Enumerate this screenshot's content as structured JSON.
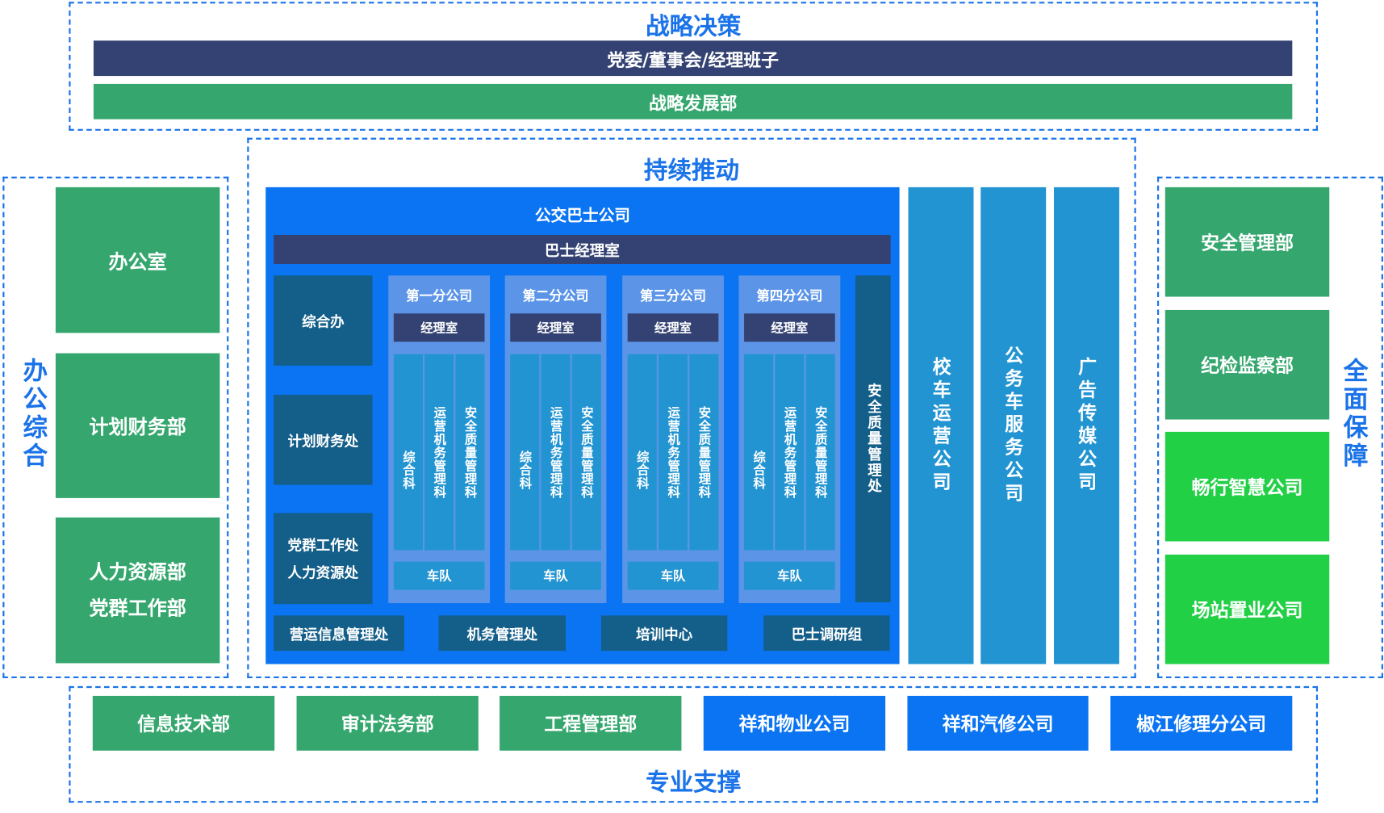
{
  "strategy": {
    "title": "战略决策",
    "leadership": "党委/董事会/经理班子",
    "dept": "战略发展部"
  },
  "drive": {
    "title": "持续推动"
  },
  "office": {
    "title": "办公综合",
    "items": [
      "办公室",
      "计划财务部",
      "人力资源部",
      "党群工作部"
    ]
  },
  "guarantee": {
    "title": "全面保障",
    "items": [
      "安全管理部",
      "纪检监察部",
      "畅行智慧公司",
      "场站置业公司"
    ]
  },
  "bus": {
    "title": "公交巴士公司",
    "manager": "巴士经理室",
    "left": [
      "综合办",
      "计划财务处",
      "党群工作处",
      "人力资源处"
    ],
    "branches": [
      {
        "name": "第一分公司",
        "office": "经理室",
        "sections": [
          "综合科",
          "运营机务管理科",
          "安全质量管理科"
        ],
        "fleet": "车队"
      },
      {
        "name": "第二分公司",
        "office": "经理室",
        "sections": [
          "综合科",
          "运营机务管理科",
          "安全质量管理科"
        ],
        "fleet": "车队"
      },
      {
        "name": "第三分公司",
        "office": "经理室",
        "sections": [
          "综合科",
          "运营机务管理科",
          "安全质量管理科"
        ],
        "fleet": "车队"
      },
      {
        "name": "第四分公司",
        "office": "经理室",
        "sections": [
          "综合科",
          "运营机务管理科",
          "安全质量管理科"
        ],
        "fleet": "车队"
      }
    ],
    "safety": "安全质量管理处",
    "bottom": [
      "营运信息管理处",
      "机务管理处",
      "培训中心",
      "巴士调研组"
    ]
  },
  "subsidiaries": [
    "校车运营公司",
    "公务车服务公司",
    "广告传媒公司"
  ],
  "support": {
    "title": "专业支撑",
    "items": [
      "信息技术部",
      "审计法务部",
      "工程管理部",
      "祥和物业公司",
      "祥和汽修公司",
      "椒江修理分公司"
    ]
  }
}
